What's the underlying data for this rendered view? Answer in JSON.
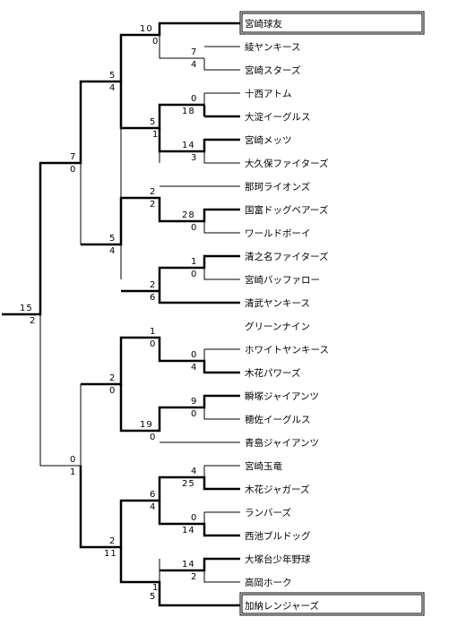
{
  "teams": [
    "宮崎球友",
    "綾ヤンキース",
    "宮崎スターズ",
    "十西アトム",
    "大淀イーグルス",
    "宮崎メッツ",
    "大久保ファイターズ",
    "那珂ライオンズ",
    "国富ドッグベアーズ",
    "ワールドボーイ",
    "清之名ファイターズ",
    "宮崎バッファロー",
    "清武ヤンキース",
    "グリーンナイン",
    "ホワイトヤンキース",
    "木花パワーズ",
    "瞬塚ジャイアンツ",
    "穂佐イーグルス",
    "青島ジャイアンツ",
    "宮崎玉竜",
    "木花ジャガーズ",
    "ランバーズ",
    "西池ブルドッグ",
    "大塚台少年野球",
    "高岡ホーク",
    "加納レンジャーズ"
  ],
  "scores": {
    "final": [
      "15",
      "2"
    ],
    "semi_top": [
      "7",
      "0"
    ],
    "semi_bottom": [
      "0",
      "1"
    ],
    "qf_a": [
      "5",
      "4"
    ],
    "qf_b": [
      "5",
      "4"
    ],
    "qf_c": [
      "2",
      "0"
    ],
    "qf_d": [
      "2",
      "11"
    ],
    "r2_a": [
      "10",
      "0"
    ],
    "r2_b": [
      "5",
      "1"
    ],
    "r2_c": [
      "2",
      "2"
    ],
    "r2_d": [
      "2",
      "6"
    ],
    "r2_e": [
      "1",
      "0"
    ],
    "r2_f": [
      "19",
      "0"
    ],
    "r2_g": [
      "6",
      "4"
    ],
    "r2_h": [
      "1",
      "5"
    ],
    "r1_a": [
      "7",
      "4"
    ],
    "r1_b": [
      "0",
      "18"
    ],
    "r1_c": [
      "14",
      "3"
    ],
    "r1_d": [
      "28",
      "0"
    ],
    "r1_e": [
      "1",
      "0"
    ],
    "r1_f": [
      "0",
      "4"
    ],
    "r1_g": [
      "9",
      "0"
    ],
    "r1_h": [
      "4",
      "25"
    ],
    "r1_i": [
      "0",
      "14"
    ],
    "r1_j": [
      "14",
      "2"
    ]
  }
}
